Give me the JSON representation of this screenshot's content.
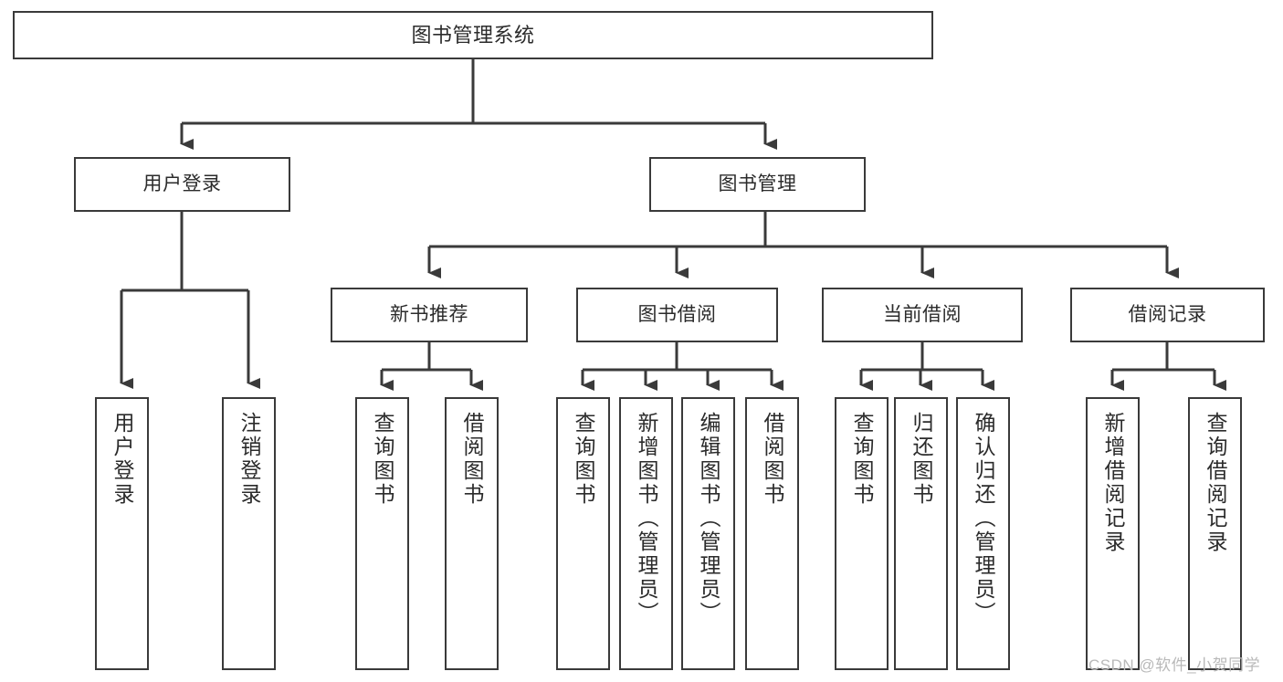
{
  "diagram": {
    "title": "图书管理系统",
    "type": "tree",
    "colors": {
      "box_border": "#3a3a3a",
      "box_fill": "#ffffff",
      "connector": "#3a3a3a",
      "text": "#2b2b2b",
      "watermark": "#b9b9b9",
      "background": "#ffffff"
    },
    "nodes": {
      "root": {
        "label": "图书管理系统"
      },
      "level2": [
        {
          "id": "user-login",
          "label": "用户登录"
        },
        {
          "id": "book-management",
          "label": "图书管理"
        }
      ],
      "level3": [
        {
          "id": "new-book-recommend",
          "label": "新书推荐"
        },
        {
          "id": "book-borrow",
          "label": "图书借阅"
        },
        {
          "id": "current-borrow",
          "label": "当前借阅"
        },
        {
          "id": "borrow-record",
          "label": "借阅记录"
        }
      ],
      "leaves": {
        "user_login": [
          {
            "id": "leaf-user-login",
            "label": "用户登录"
          },
          {
            "id": "leaf-logout",
            "label": "注销登录"
          }
        ],
        "new_book_recommend": [
          {
            "id": "leaf-query-book-1",
            "label": "查询图书"
          },
          {
            "id": "leaf-borrow-book-1",
            "label": "借阅图书"
          }
        ],
        "book_borrow": [
          {
            "id": "leaf-query-book-2",
            "label": "查询图书"
          },
          {
            "id": "leaf-add-book",
            "label": "新增图书（管理员）"
          },
          {
            "id": "leaf-edit-book",
            "label": "编辑图书（管理员）"
          },
          {
            "id": "leaf-borrow-book-2",
            "label": "借阅图书"
          }
        ],
        "current_borrow": [
          {
            "id": "leaf-query-book-3",
            "label": "查询图书"
          },
          {
            "id": "leaf-return-book",
            "label": "归还图书"
          },
          {
            "id": "leaf-confirm-return",
            "label": "确认归还（管理员）"
          }
        ],
        "borrow_record": [
          {
            "id": "leaf-add-record",
            "label": "新增借阅记录"
          },
          {
            "id": "leaf-query-record",
            "label": "查询借阅记录"
          }
        ]
      }
    }
  },
  "watermark": {
    "text": "CSDN @软件_小贺同学"
  }
}
